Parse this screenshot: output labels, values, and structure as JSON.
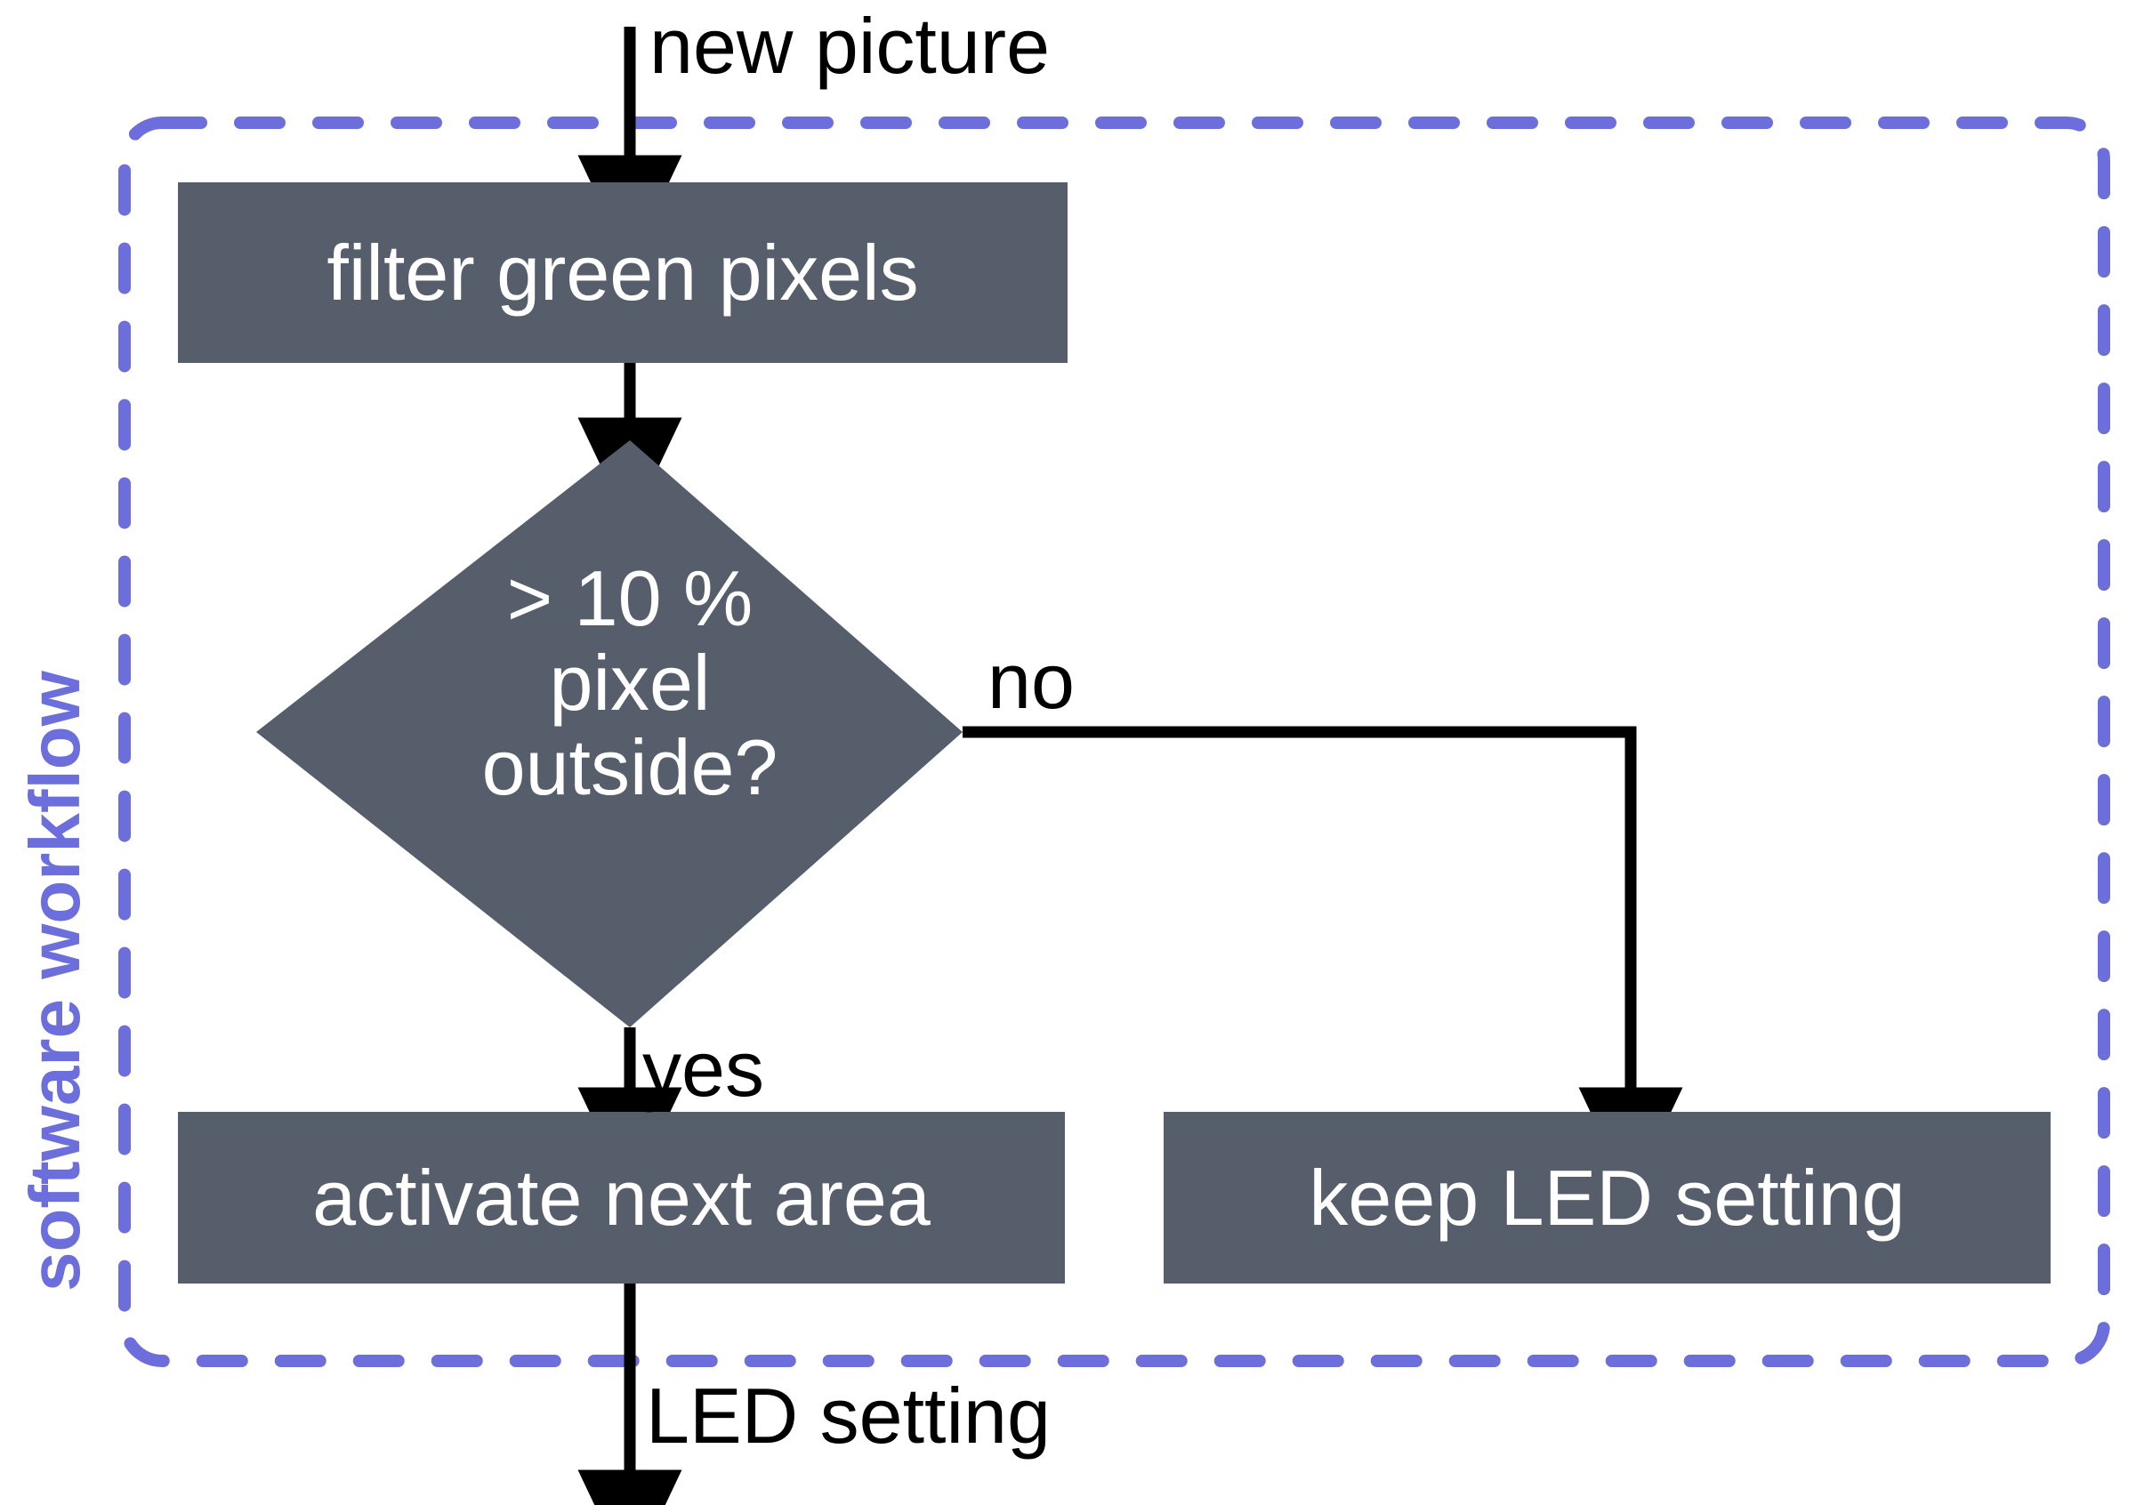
{
  "diagram": {
    "type": "flowchart",
    "title": "software workflow",
    "background": "#ffffff",
    "colors": {
      "node_fill": "#575E6B",
      "node_text": "#ffffff",
      "edge": "#000000",
      "group_border": "#6C6FDB",
      "group_label": "#6C6FDB"
    },
    "group": {
      "label": "software workflow",
      "border_style": "dashed"
    },
    "nodes": [
      {
        "id": "filter",
        "shape": "rect",
        "label": "filter green pixels"
      },
      {
        "id": "decision",
        "shape": "diamond",
        "label": "> 10 %\npixel\noutside?"
      },
      {
        "id": "activate",
        "shape": "rect",
        "label": "activate next area"
      },
      {
        "id": "keep",
        "shape": "rect",
        "label": "keep LED setting"
      }
    ],
    "edges": [
      {
        "id": "in",
        "from": "",
        "to": "filter",
        "label": "new picture"
      },
      {
        "id": "filter-to-decision",
        "from": "filter",
        "to": "decision",
        "label": ""
      },
      {
        "id": "decision-no",
        "from": "decision",
        "to": "keep",
        "label": "no"
      },
      {
        "id": "decision-yes",
        "from": "decision",
        "to": "activate",
        "label": "yes"
      },
      {
        "id": "out",
        "from": "activate",
        "to": "",
        "label": "LED setting"
      }
    ]
  }
}
